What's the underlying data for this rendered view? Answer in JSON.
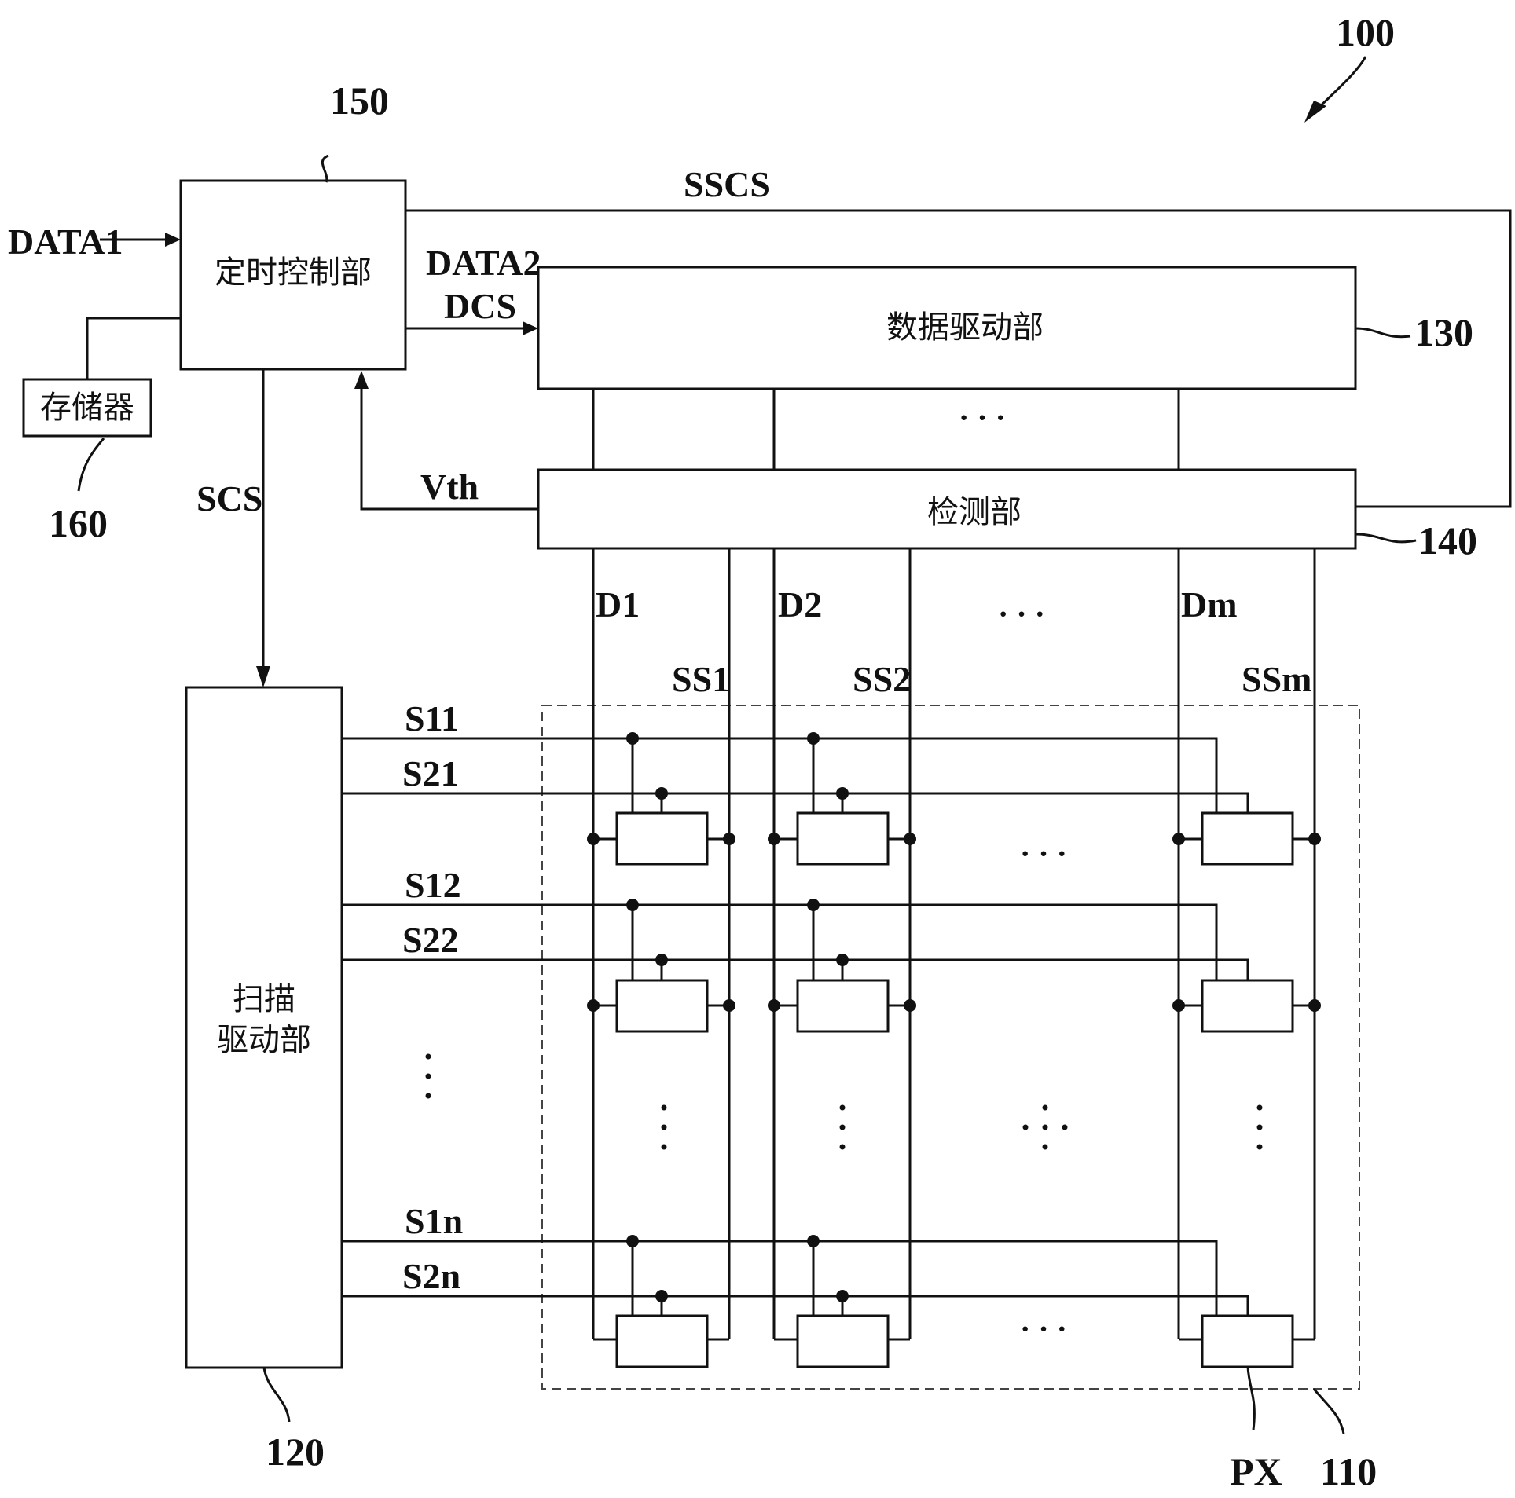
{
  "figure": {
    "ref_device": "100",
    "timing_controller": {
      "ref": "150",
      "label": "定时控制部"
    },
    "memory": {
      "ref": "160",
      "label": "存储器"
    },
    "data_driver": {
      "ref": "130",
      "label": "数据驱动部"
    },
    "sensing_unit": {
      "ref": "140",
      "label": "检测部"
    },
    "scan_driver": {
      "ref": "120",
      "label_line1": "扫描",
      "label_line2": "驱动部"
    },
    "display_panel": {
      "ref": "110"
    },
    "pixel": {
      "ref": "PX"
    },
    "signals": {
      "data1": "DATA1",
      "data2": "DATA2,",
      "dcs": "DCS",
      "sscs": "SSCS",
      "scs": "SCS",
      "vth": "Vth"
    },
    "data_lines": [
      "D1",
      "D2",
      "Dm"
    ],
    "sensing_lines": [
      "SS1",
      "SS2",
      "SSm"
    ],
    "scan_lines": [
      "S11",
      "S21",
      "S12",
      "S22",
      "S1n",
      "S2n"
    ],
    "ellipsis": "· · ·"
  }
}
